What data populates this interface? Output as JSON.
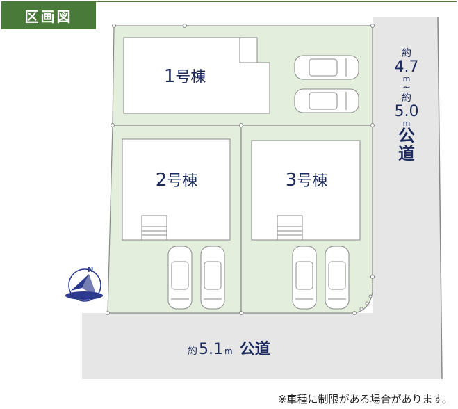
{
  "header": {
    "title": "区画図"
  },
  "buildings": [
    {
      "number": "1",
      "suffix": "号棟"
    },
    {
      "number": "2",
      "suffix": "号棟"
    },
    {
      "number": "3",
      "suffix": "号棟"
    }
  ],
  "road_east": {
    "approx1": "約",
    "width1": "4.7",
    "unit1": "m",
    "tilde": "~",
    "approx2": "約",
    "width2": "5.0",
    "unit2": "m",
    "kanji1": "公",
    "kanji2": "道"
  },
  "road_south": {
    "approx": "約",
    "width": "5.1",
    "unit": "m",
    "name": "公道"
  },
  "compass": {
    "label": "N"
  },
  "footnote": "※車種に制限がある場合があります。",
  "colors": {
    "lot_fill": "#e3eedc",
    "road_fill": "#e6e6e6",
    "line": "#8a8a8a",
    "building_fill": "#ffffff",
    "header": "#4a7a3a",
    "text": "#1c2a5c"
  }
}
